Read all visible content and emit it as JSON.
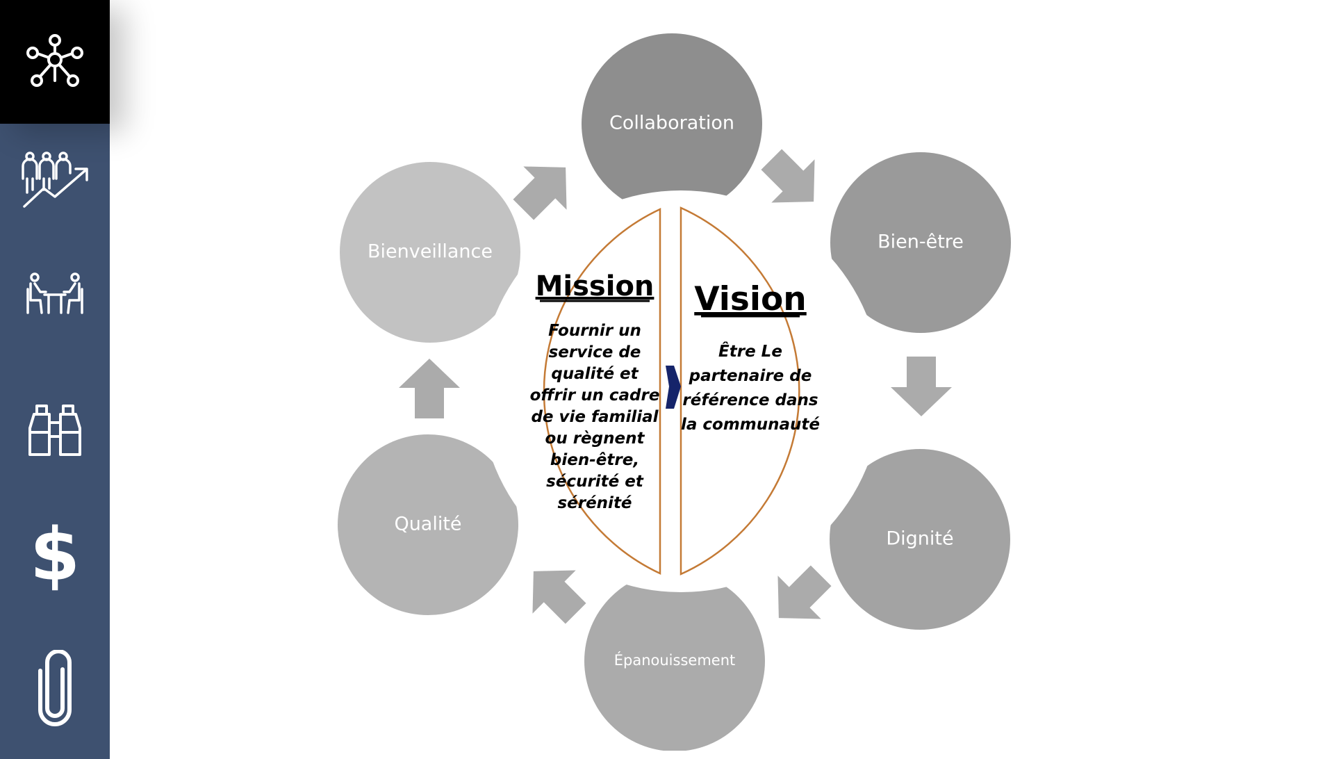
{
  "sidebar": {
    "items": [
      {
        "icon": "network-icon",
        "active": true
      },
      {
        "icon": "team-growth-icon",
        "active": false
      },
      {
        "icon": "meeting-icon",
        "active": false
      },
      {
        "icon": "binoculars-icon",
        "active": false
      },
      {
        "icon": "dollar-icon",
        "active": false
      },
      {
        "icon": "paperclip-icon",
        "active": false
      }
    ]
  },
  "diagram": {
    "values": [
      {
        "label": "Collaboration",
        "color": "#8e8e8e"
      },
      {
        "label": "Bien-être",
        "color": "#9a9a9a"
      },
      {
        "label": "Dignité",
        "color": "#a3a3a3"
      },
      {
        "label": "Épanouissement",
        "color": "#ababab"
      },
      {
        "label": "Qualité",
        "color": "#b4b4b4"
      },
      {
        "label": "Bienveillance",
        "color": "#c2c2c2"
      }
    ],
    "arrow_color": "#ababab",
    "center_border_color": "#c47a35",
    "center_arrow_color": "#15246a",
    "mission": {
      "title": "Mission",
      "lines": [
        "Fournir un",
        "service de",
        "qualité et",
        "offrir un cadre",
        "de vie familial",
        "ou règnent",
        "bien-être,",
        "sécurité et",
        "sérénité"
      ]
    },
    "vision": {
      "title": "Vision",
      "lines": [
        "Être Le",
        "partenaire de",
        "référence dans",
        "la communauté"
      ]
    }
  }
}
